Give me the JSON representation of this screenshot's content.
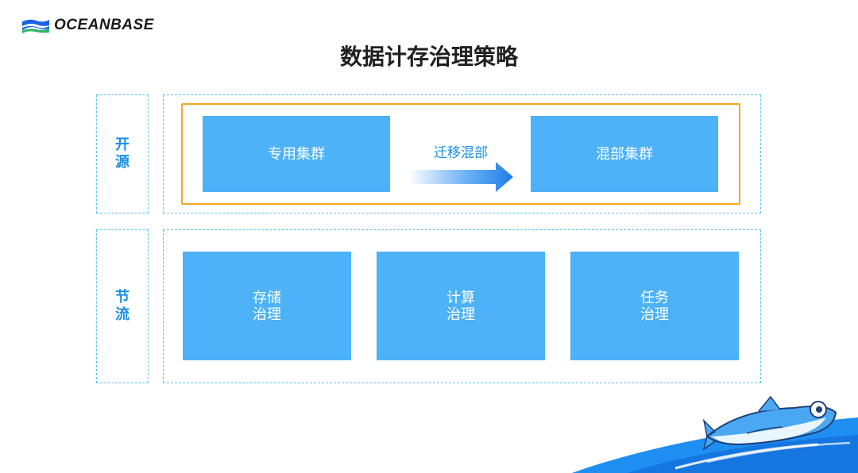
{
  "brand": {
    "name": "OCEANBASE"
  },
  "title": "数据计存治理策略",
  "rows": [
    {
      "label_chars": [
        "开",
        "源"
      ],
      "source_block": "专用集群",
      "arrow_label": "迁移混部",
      "target_block": "混部集群"
    },
    {
      "label_chars": [
        "节",
        "流"
      ],
      "blocks": [
        {
          "line1": "存储",
          "line2": "治理"
        },
        {
          "line1": "计算",
          "line2": "治理"
        },
        {
          "line1": "任务",
          "line2": "治理"
        }
      ]
    }
  ],
  "colors": {
    "block": "#4db2f7",
    "label": "#1a8fe3",
    "highlight_border": "#f6a623",
    "dashed_border": "#5cc0e8"
  },
  "icons": [
    "oceanbase-logo-icon",
    "arrow-right-icon",
    "fish-mascot-icon"
  ]
}
